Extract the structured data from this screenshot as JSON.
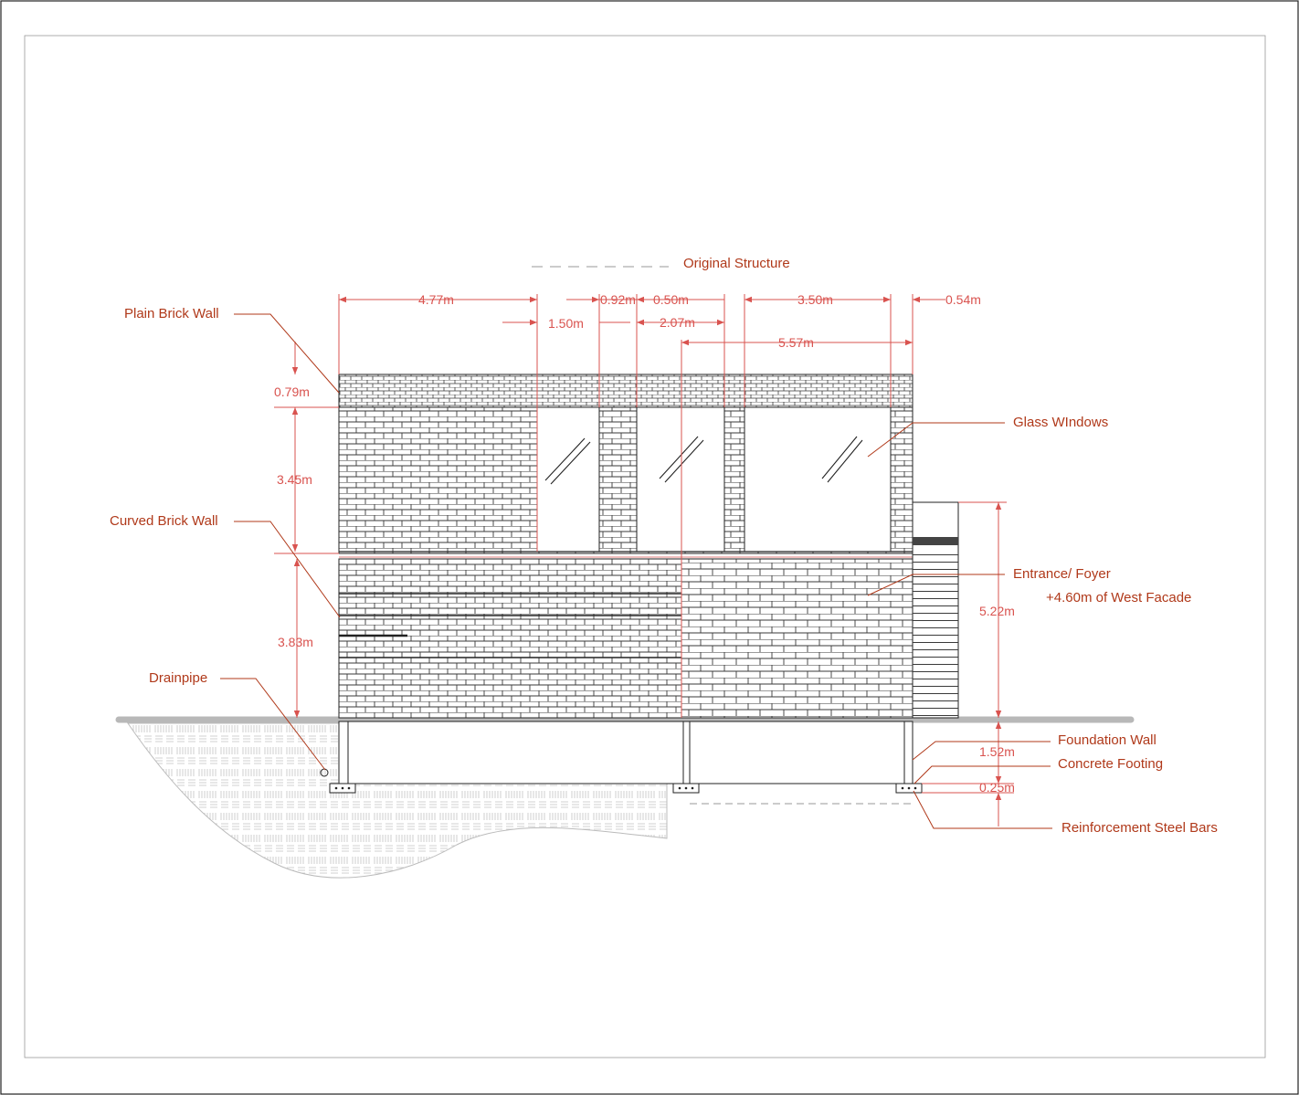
{
  "legend": {
    "original_structure": "Original Structure"
  },
  "labels": {
    "plain_brick_wall": "Plain Brick Wall",
    "curved_brick_wall": "Curved Brick Wall",
    "drainpipe": "Drainpipe",
    "glass_windows": "Glass WIndows",
    "entrance_foyer": "Entrance/ Foyer",
    "entrance_note": "+4.60m of West Facade",
    "foundation_wall": "Foundation Wall",
    "concrete_footing": "Concrete Footing",
    "reinforcement_steel_bars": "Reinforcement Steel Bars"
  },
  "dimensions": {
    "w_4_77": "4.77m",
    "w_1_50": "1.50m",
    "w_0_92": "0.92m",
    "w_0_50": "0.50m",
    "w_2_07": "2.07m",
    "w_3_50": "3.50m",
    "w_0_54": "0.54m",
    "w_5_57": "5.57m",
    "h_0_79": "0.79m",
    "h_3_45": "3.45m",
    "h_3_83": "3.83m",
    "h_5_22": "5.22m",
    "h_1_52": "1.52m",
    "h_0_25": "0.25m"
  },
  "colors": {
    "label": "#b0391a",
    "dimension": "#d9534f",
    "line": "#2a2a2a",
    "ground": "#b8b8b8"
  }
}
